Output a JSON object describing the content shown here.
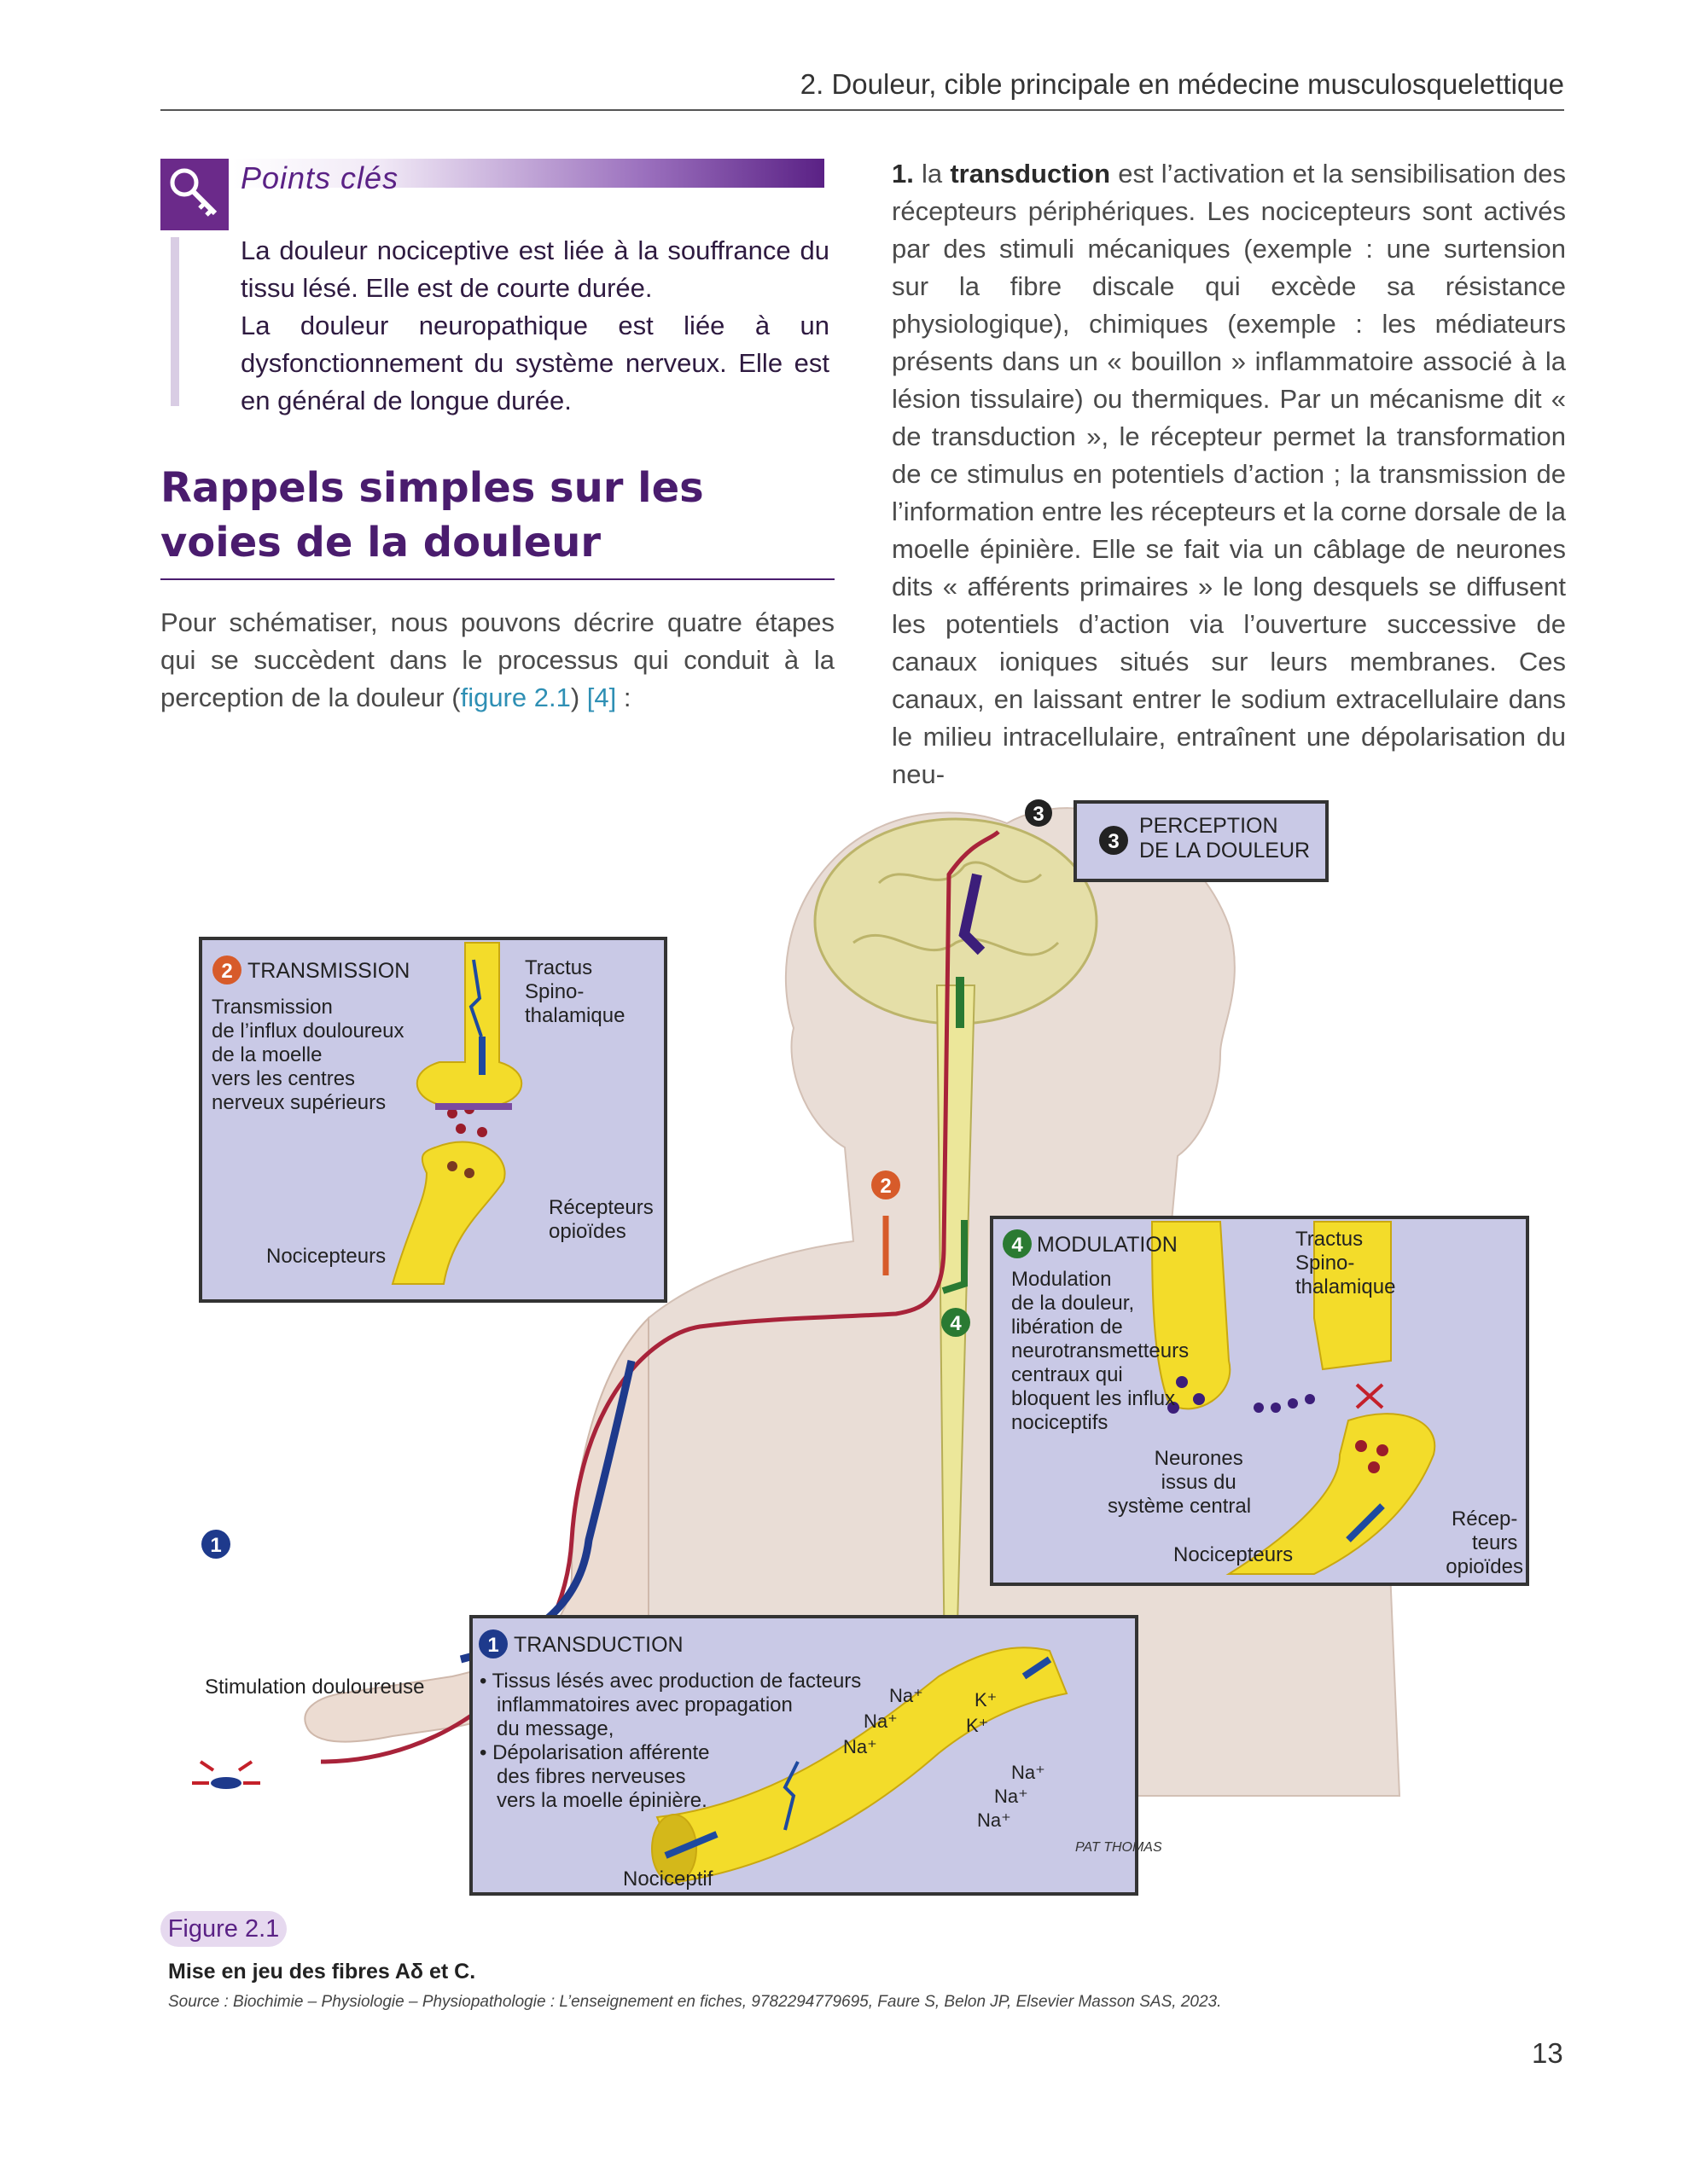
{
  "header": {
    "running_title": "2. Douleur, cible principale en médecine musculosquelettique"
  },
  "key_points": {
    "title": "Points clés",
    "paragraph1": "La douleur nociceptive est liée à la souffrance du tissu lésé. Elle est de courte durée.",
    "paragraph2": "La douleur neuropathique est liée à un dysfonctionnement du système nerveux. Elle est en général de longue durée."
  },
  "section": {
    "title": "Rappels simples sur les voies de la douleur",
    "intro_before": "Pour schématiser, nous pouvons décrire quatre étapes qui se succèdent dans le processus qui conduit à la perception de la douleur (",
    "fig_ref": "figure 2.1",
    "intro_middle": ") ",
    "citation": "[4]",
    "intro_after": " :"
  },
  "right_column": {
    "number": "1.",
    "intro": "la",
    "term": "transduction",
    "text": "est l’activation et la sensibilisation des récepteurs périphériques. Les nocicepteurs sont activés par des stimuli mécaniques (exemple : une surtension sur la fibre discale qui excède sa résistance physiologique), chimiques (exemple : les médiateurs présents dans un « bouillon » inflammatoire associé à la lésion tissulaire) ou thermiques. Par un mécanisme dit « de transduction », le récepteur permet la transformation de ce stimulus en potentiels d’action ; la transmission de l’information entre les récepteurs et la corne dorsale de la moelle épinière. Elle se fait via un câblage de neurones dits « afférents primaires » le long desquels se diffusent les potentiels d’action via l’ouverture successive de canaux ioniques situés sur leurs membranes. Ces canaux, en laissant entrer le sodium extracellulaire dans le milieu intracellulaire, entraînent une dépolarisation du neu-"
  },
  "figure": {
    "perception": {
      "number": "3",
      "line1": "PERCEPTION",
      "line2": "DE LA DOULEUR"
    },
    "transmission": {
      "number": "2",
      "title": "TRANSMISSION",
      "desc": [
        "Transmission",
        "de l’influx douloureux",
        "de la moelle",
        "vers les centres",
        "nerveux supérieurs"
      ],
      "tract": [
        "Tractus",
        "Spino-",
        "thalamique"
      ],
      "receptors": [
        "Récepteurs",
        "opioïdes"
      ],
      "nociceptors": "Nocicepteurs"
    },
    "modulation": {
      "number": "4",
      "title": "MODULATION",
      "desc": [
        "Modulation",
        "de la douleur,",
        "libération de",
        "neurotransmetteurs",
        "centraux qui",
        "bloquent les influx",
        "nociceptifs"
      ],
      "tract": [
        "Tractus",
        "Spino-",
        "thalamique"
      ],
      "neurons": [
        "Neurones",
        "issus du",
        "système central"
      ],
      "nociceptors": "Nocicepteurs",
      "receptors": [
        "Récep-",
        "teurs",
        "opioïdes"
      ]
    },
    "transduction": {
      "number": "1",
      "title": "TRANSDUCTION",
      "desc": [
        "• Tissus lésés avec production de facteurs",
        "inflammatoires avec propagation",
        "du message,",
        "• Dépolarisation afférente",
        "des fibres nerveuses",
        "vers la moelle épinière."
      ],
      "nociceptive": "Nociceptif",
      "ions_left": [
        "Na⁺",
        "Na⁺",
        "Na⁺"
      ],
      "ions_k": [
        "K⁺",
        "K⁺"
      ],
      "ions_right": [
        "Na⁺",
        "Na⁺",
        "Na⁺"
      ]
    },
    "markers": {
      "one": "1",
      "two": "2",
      "four": "4"
    },
    "stimulation": "Stimulation douloureuse",
    "signature": "PAT THOMAS"
  },
  "caption": {
    "label": "Figure 2.1",
    "title": "Mise en jeu des fibres Aδ et C.",
    "source": "Source : Biochimie – Physiologie – Physiopathologie : L’enseignement en fiches, 9782294779695, Faure S, Belon JP, Elsevier Masson SAS, 2023."
  },
  "page": {
    "number": "13"
  },
  "colors": {
    "brand_purple": "#5a2185",
    "panel_fill": "#c9c9e6",
    "nerve_yellow": "#f3dc2a",
    "pathway_red": "#a8233a",
    "link_blue": "#2e8fb4"
  }
}
